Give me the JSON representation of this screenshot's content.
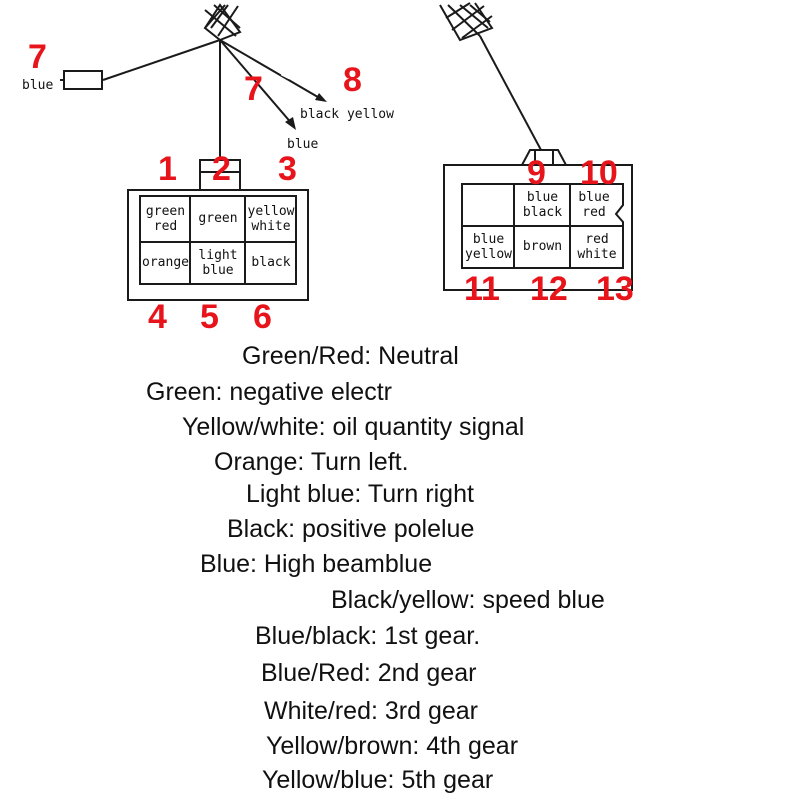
{
  "colors": {
    "pin_number": "#e8141b",
    "line": "#1a1a1a",
    "text": "#111111"
  },
  "left_connector": {
    "pins": [
      "1",
      "2",
      "3",
      "4",
      "5",
      "6"
    ],
    "cells": [
      [
        "green\nred",
        "green",
        "yellow\nwhite"
      ],
      [
        "orange",
        "light\nblue",
        "black"
      ]
    ]
  },
  "right_connector": {
    "pins": [
      "9",
      "10",
      "11",
      "12",
      "13"
    ],
    "cells": [
      [
        "",
        "blue\nblack",
        "blue\nred"
      ],
      [
        "blue\nyellow",
        "brown",
        "red\nwhite"
      ]
    ]
  },
  "extra_wires": [
    {
      "pin": "7",
      "label": "blue"
    },
    {
      "pin": "7",
      "label": "blue"
    },
    {
      "pin": "8",
      "label": "black yellow"
    }
  ],
  "legend": [
    "Green/Red: Neutral",
    "Green: negative electr",
    "Yellow/white: oil quantity signal",
    "Orange: Turn left.",
    "Light blue: Turn right",
    "Black: positive polelue",
    "Blue: High beamblue",
    "Black/yellow: speed blue",
    "Blue/black: 1st gear.",
    "Blue/Red: 2nd gear",
    "White/red: 3rd gear",
    "Yellow/brown: 4th gear",
    "Yellow/blue: 5th gear"
  ]
}
